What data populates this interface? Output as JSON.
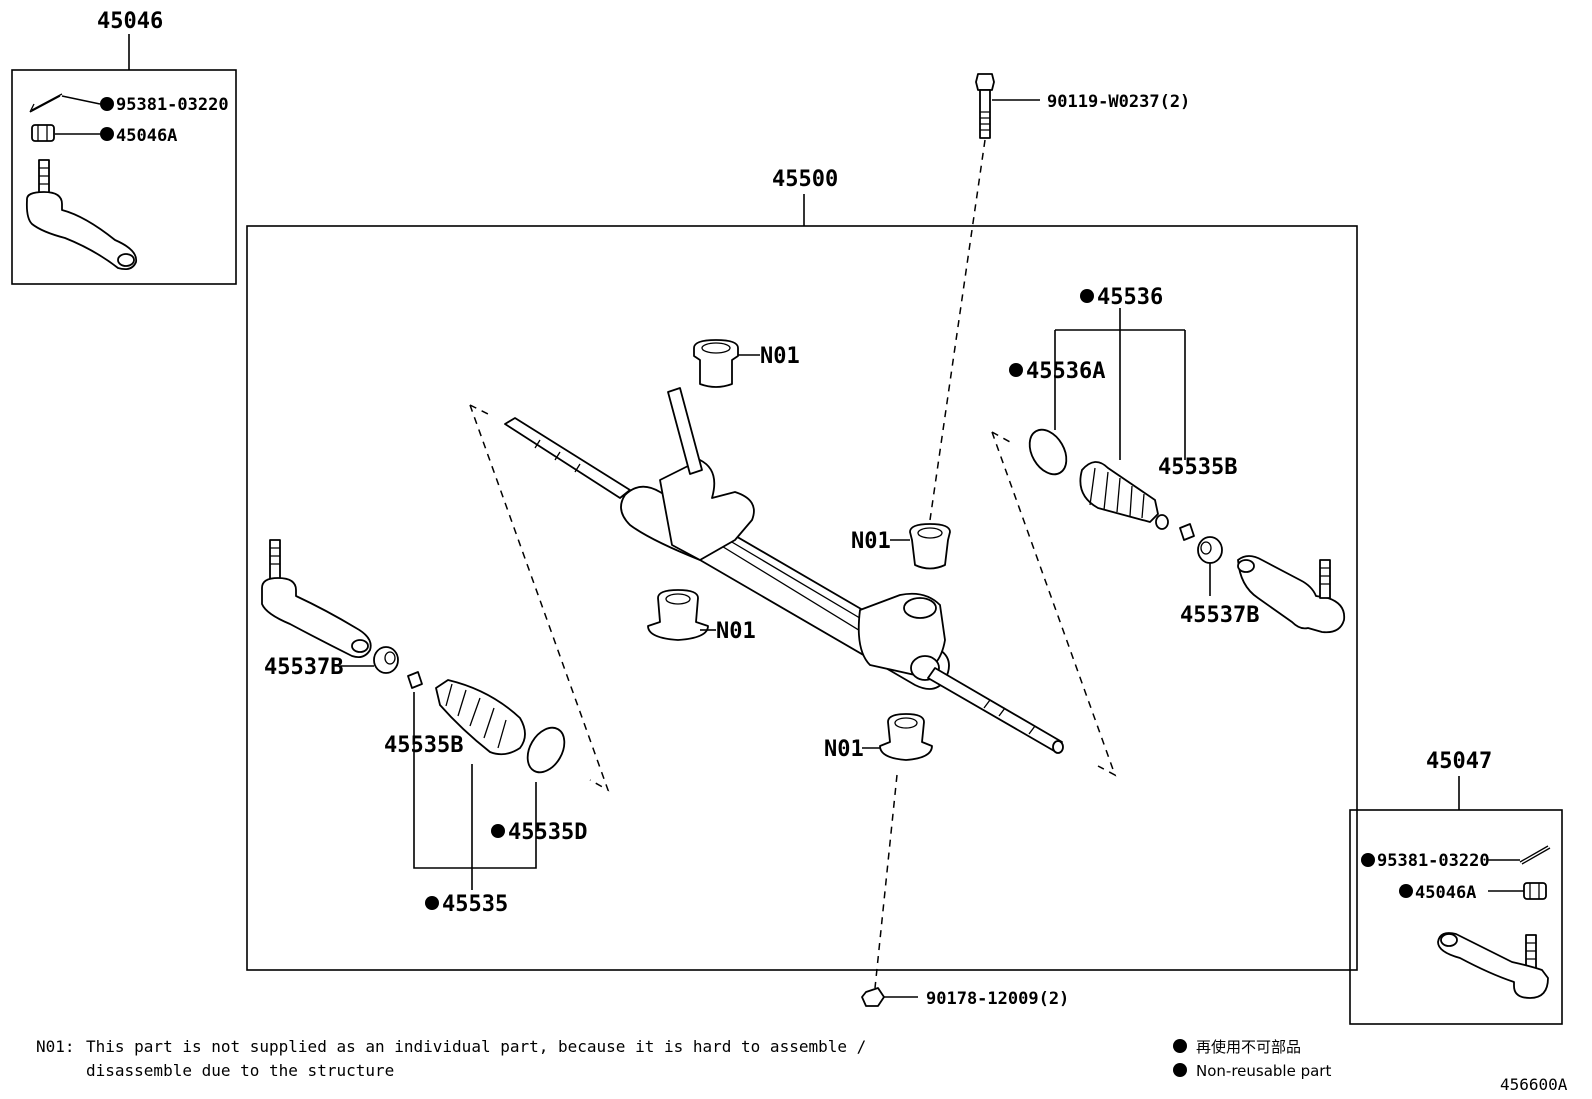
{
  "title_parts": {
    "p45046": "45046",
    "p45047": "45047",
    "p45500": "45500"
  },
  "labels": {
    "l95381_a": "95381-03220",
    "l45046A_a": "45046A",
    "l95381_b": "95381-03220",
    "l45046A_b": "45046A",
    "l90119": "90119-W0237(2)",
    "l90178": "90178-12009(2)",
    "n01_top": "N01",
    "n01_mid_right": "N01",
    "n01_mid_left": "N01",
    "n01_bottom": "N01",
    "l45536": "45536",
    "l45536A": "45536A",
    "l45535B_r": "45535B",
    "l45537B_r": "45537B",
    "l45537B_l": "45537B",
    "l45535B_l": "45535B",
    "l45535D": "45535D",
    "l45535": "45535"
  },
  "note": {
    "code": "N01",
    "line1": "This part is not supplied as an individual part, because it is hard to assemble /",
    "line2": "disassemble due to the structure"
  },
  "legend": {
    "jp": "再使用不可部品",
    "en": "Non-reusable part"
  },
  "diagram_id": "456600A"
}
